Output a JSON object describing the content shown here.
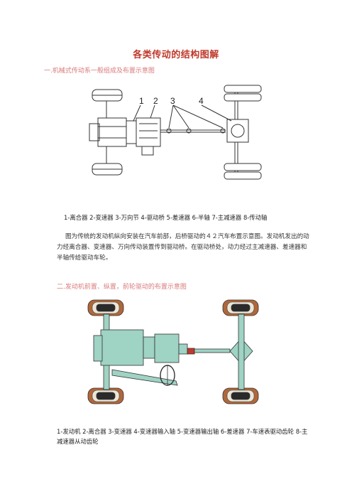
{
  "page": {
    "title": "各类传动的结构图解",
    "section1": "一.机械式传动系一般组成及布置示意图",
    "fig1_labels": [
      "1",
      "2",
      "3",
      "4"
    ],
    "caption1": "1-离合器  2-变速器  3-万向节  4-驱动桥  5-差速器  6-半轴  7-主减速器  8-传动轴",
    "paragraph": "图为传统的发动机纵向安装在汽车前部，后桥驱动的４２汽车布置示意图。发动机发出的动力经离合器、变速器、万向传动装置传到驱动桥。在驱动桥处，动力经过主减速器、差速器和半轴传给驱动车轮。",
    "section2": "二.发动机前置、纵置，前轮驱动的布置示意图",
    "caption2": "1-发动机  2-离合器  3-变速器  4-变速器输入轴  5-变速器输出轴  6-差速器  7-车速表驱动齿轮  8-主减速器从动齿轮"
  }
}
